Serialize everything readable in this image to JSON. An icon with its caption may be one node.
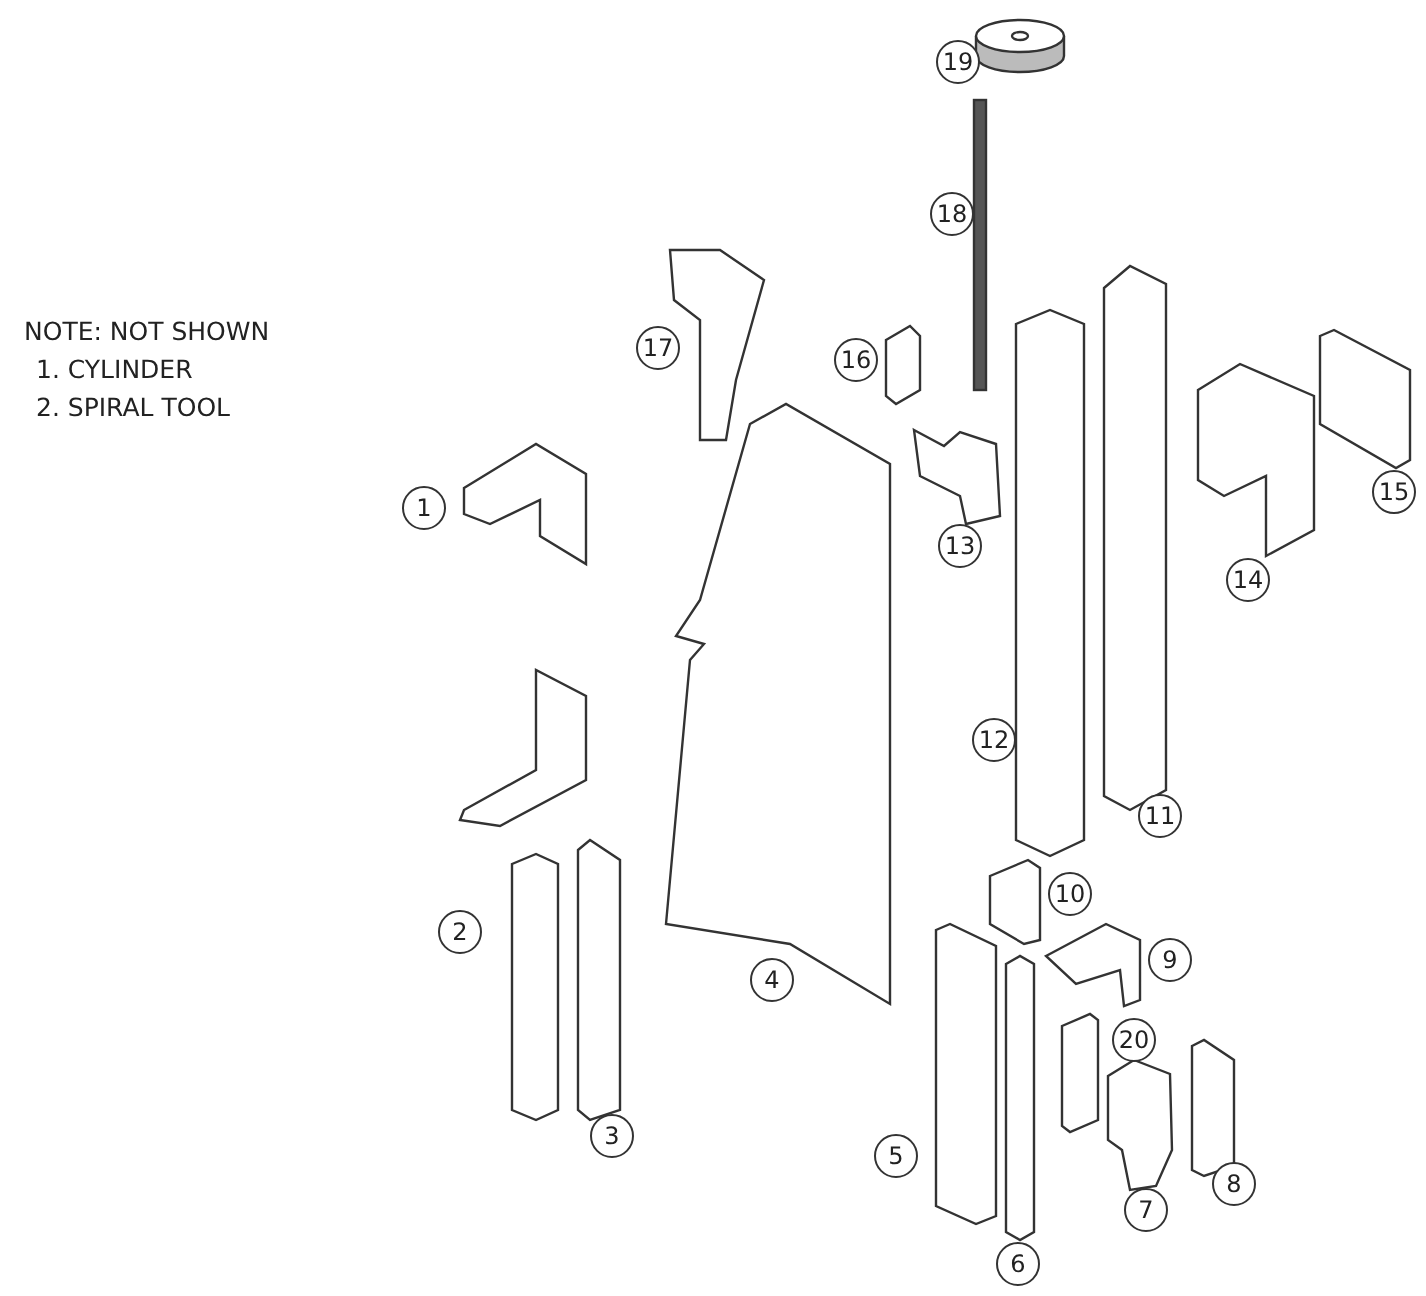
{
  "diagram": {
    "labels": [
      "NOTE: NOT SHOWN",
      "1. CYLINDER",
      "2. SPIRAL TOOL",
      "19",
      "18",
      "17",
      "16",
      "1",
      "15",
      "13",
      "14",
      "12",
      "11",
      "10",
      "2",
      "9",
      "4",
      "20",
      "3",
      "5",
      "8",
      "7",
      "6"
    ]
  }
}
